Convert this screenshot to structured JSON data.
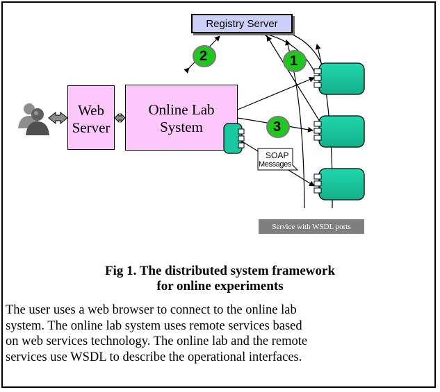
{
  "diagram": {
    "registry_server": "Registry Server",
    "web_server": [
      "Web",
      "Server"
    ],
    "online_lab_system": [
      "Online Lab",
      "System"
    ],
    "step_labels": [
      "2",
      "1",
      "3"
    ],
    "soap_note": [
      "SOAP",
      "Messages"
    ],
    "legend": "Service with WSDL ports",
    "colors": {
      "server_fill": "#fcc8fc",
      "registry_fill": "#cccff7",
      "service_fill": "#19c8a0",
      "badge_fill": "#1ec81e",
      "legend_fill": "#7f7f7f"
    }
  },
  "caption": {
    "title_line1": "Fig 1. The distributed system framework",
    "title_line2": "for online experiments",
    "body_lines": [
      "The user uses a web browser to connect to the online lab",
      "system. The online lab system uses remote services based",
      "on web services technology. The online lab and the remote",
      "services use WSDL to describe the operational interfaces."
    ]
  }
}
